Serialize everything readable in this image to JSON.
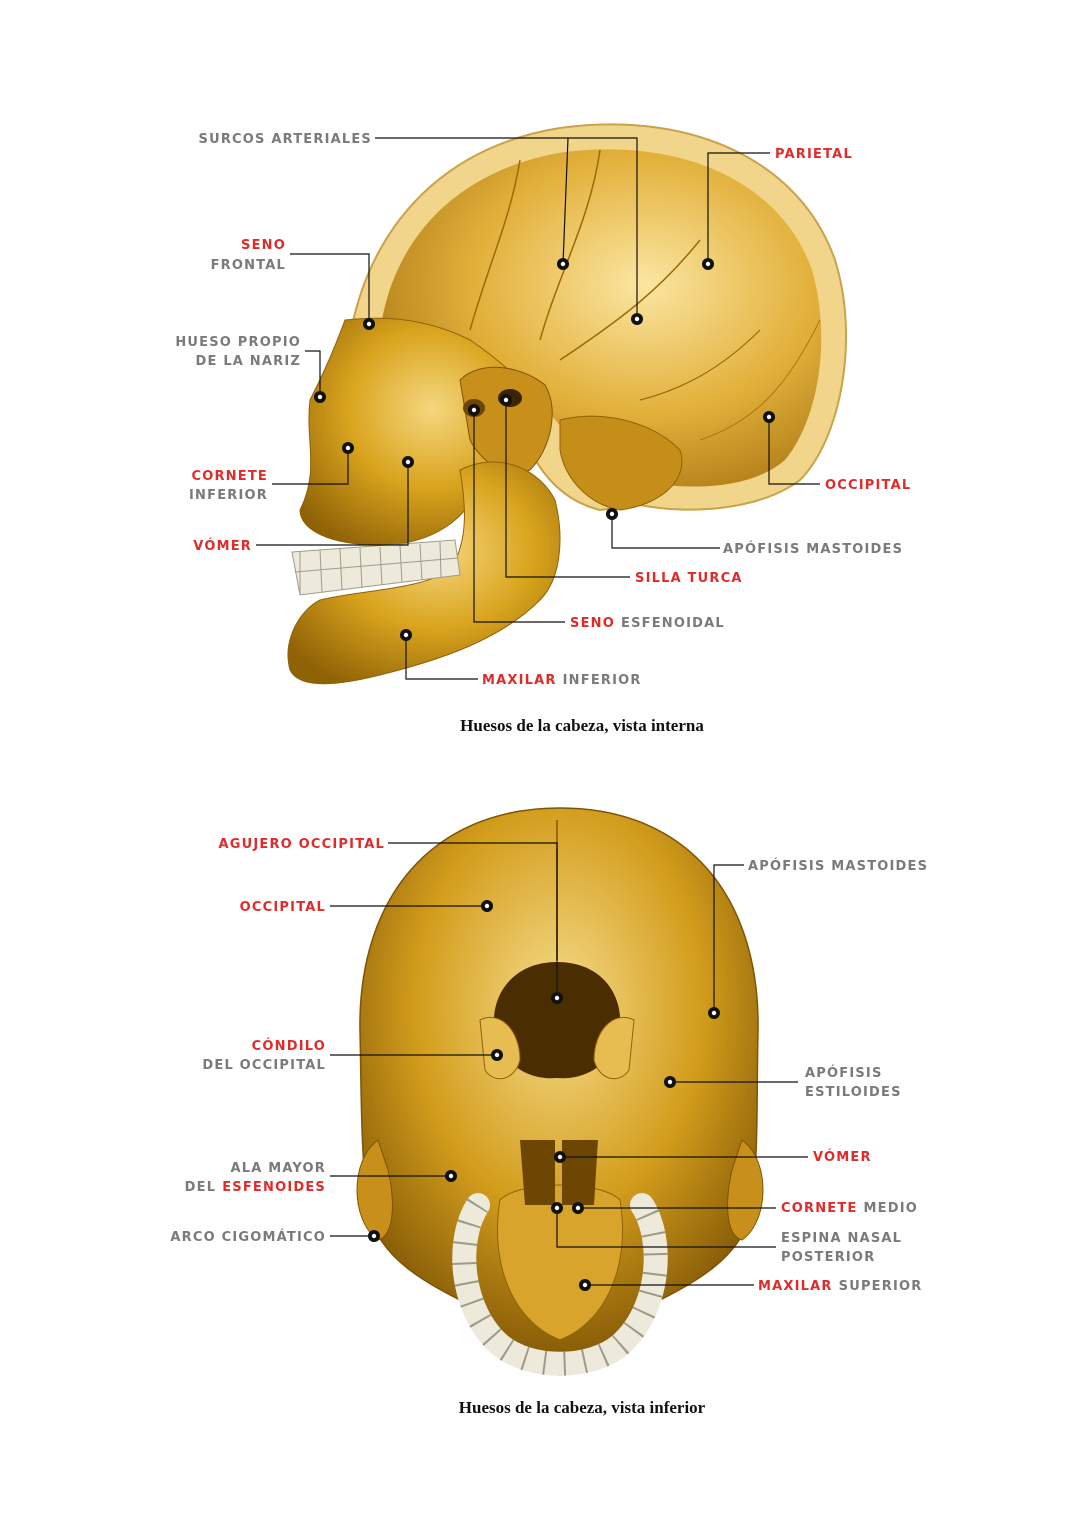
{
  "colors": {
    "accent_red": "#e02b2b",
    "label_gray": "#7a7a7a",
    "bone": "#d9a41e",
    "bone_light": "#f2d480",
    "bone_dark": "#9a6a08",
    "teeth": "#eeeadb"
  },
  "figure1": {
    "caption": "Huesos de la cabeza, vista interna",
    "labels": {
      "surcos": {
        "gray": "SURCOS ARTERIALES"
      },
      "parietal": {
        "red": "PARIETAL"
      },
      "seno_frontal": {
        "red": "SENO",
        "gray": "FRONTAL"
      },
      "nariz": {
        "gray1": "HUESO PROPIO",
        "gray2": "DE LA NARIZ"
      },
      "cornete": {
        "red": "CORNETE",
        "gray": "INFERIOR"
      },
      "vomer": {
        "red": "VÓMER"
      },
      "occipital": {
        "red": "OCCIPITAL"
      },
      "mastoides": {
        "gray": "APÓFISIS MASTOIDES"
      },
      "silla": {
        "red": "SILLA TURCA"
      },
      "seno_esf": {
        "red": "SENO",
        "gray": "ESFENOIDAL"
      },
      "maxilar": {
        "red": "MAXILAR",
        "gray": "INFERIOR"
      }
    }
  },
  "figure2": {
    "caption": "Huesos de la cabeza, vista inferior",
    "labels": {
      "agujero": {
        "red": "AGUJERO OCCIPITAL"
      },
      "occipital": {
        "red": "OCCIPITAL"
      },
      "mastoides": {
        "gray": "APÓFISIS MASTOIDES"
      },
      "condilo": {
        "red": "CÓNDILO",
        "gray": "DEL OCCIPITAL"
      },
      "estiloides": {
        "gray1": "APÓFISIS",
        "gray2": "ESTILOIDES"
      },
      "ala": {
        "gray1": "ALA MAYOR",
        "gray2": "DEL",
        "red": "ESFENOIDES"
      },
      "vomer": {
        "red": "VÓMER"
      },
      "cornete": {
        "red": "CORNETE",
        "gray": "MEDIO"
      },
      "arco": {
        "gray": "ARCO CIGOMÁTICO"
      },
      "espina": {
        "gray1": "ESPINA NASAL",
        "gray2": "POSTERIOR"
      },
      "maxilar": {
        "red": "MAXILAR",
        "gray": "SUPERIOR"
      }
    }
  }
}
